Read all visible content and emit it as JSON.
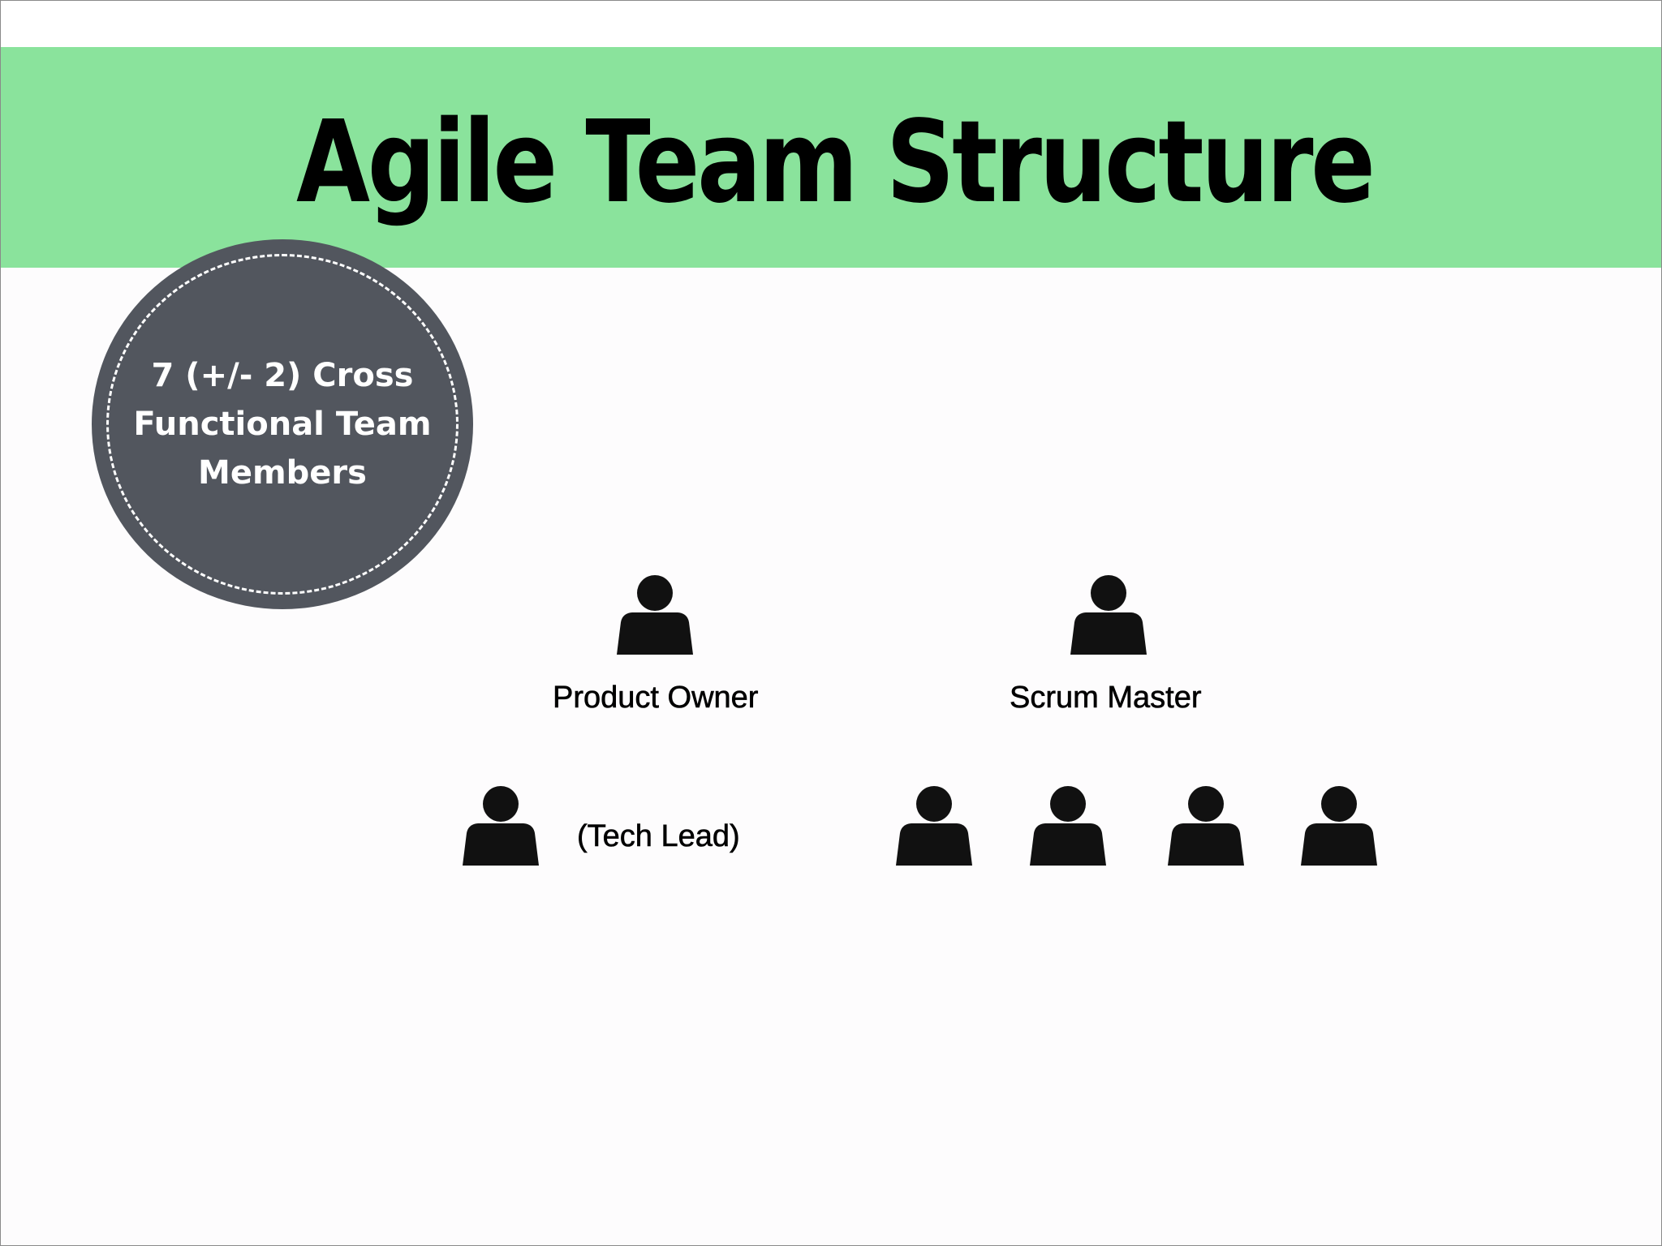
{
  "slide": {
    "title": "Agile Team Structure",
    "banner_color": "#8ae39c",
    "badge": {
      "lines": [
        "7 (+/- 2) Cross",
        "Functional Team",
        "Members"
      ],
      "color": "#52565e"
    }
  },
  "roles": {
    "product_owner": "Product Owner",
    "scrum_master": "Scrum Master",
    "tech_lead": "(Tech Lead)"
  },
  "icons": {
    "person": "person-icon"
  }
}
